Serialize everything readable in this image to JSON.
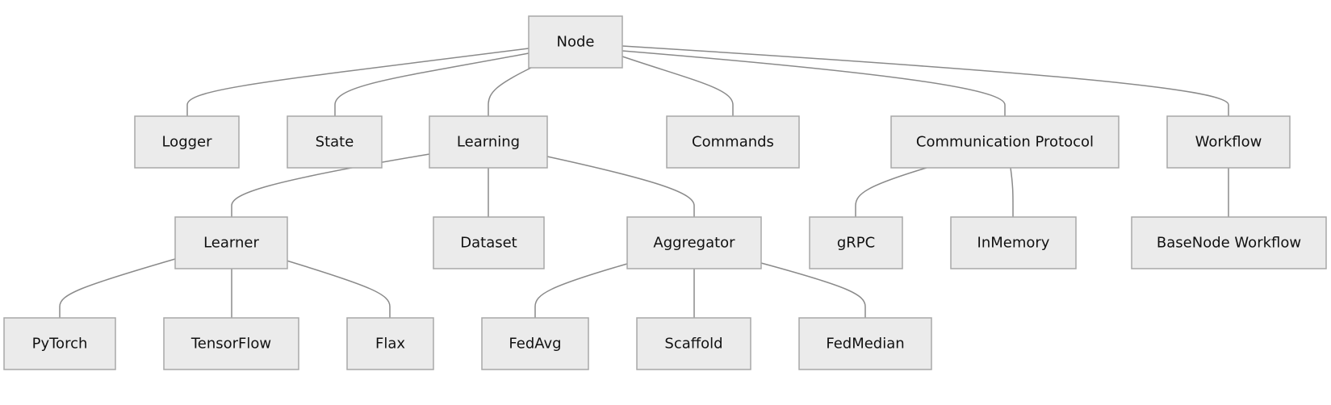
{
  "diagram": {
    "nodes": {
      "node": "Node",
      "logger": "Logger",
      "state": "State",
      "learning": "Learning",
      "commands": "Commands",
      "communication_protocol": "Communication Protocol",
      "workflow": "Workflow",
      "learner": "Learner",
      "dataset": "Dataset",
      "aggregator": "Aggregator",
      "grpc": "gRPC",
      "inmemory": "InMemory",
      "basenode_workflow": "BaseNode Workflow",
      "pytorch": "PyTorch",
      "tensorflow": "TensorFlow",
      "flax": "Flax",
      "fedavg": "FedAvg",
      "scaffold": "Scaffold",
      "fedmedian": "FedMedian"
    },
    "edges": [
      [
        "node",
        "logger"
      ],
      [
        "node",
        "state"
      ],
      [
        "node",
        "learning"
      ],
      [
        "node",
        "commands"
      ],
      [
        "node",
        "communication_protocol"
      ],
      [
        "node",
        "workflow"
      ],
      [
        "learning",
        "learner"
      ],
      [
        "learning",
        "dataset"
      ],
      [
        "learning",
        "aggregator"
      ],
      [
        "communication_protocol",
        "grpc"
      ],
      [
        "communication_protocol",
        "inmemory"
      ],
      [
        "workflow",
        "basenode_workflow"
      ],
      [
        "learner",
        "pytorch"
      ],
      [
        "learner",
        "tensorflow"
      ],
      [
        "learner",
        "flax"
      ],
      [
        "aggregator",
        "fedavg"
      ],
      [
        "aggregator",
        "scaffold"
      ],
      [
        "aggregator",
        "fedmedian"
      ]
    ]
  }
}
